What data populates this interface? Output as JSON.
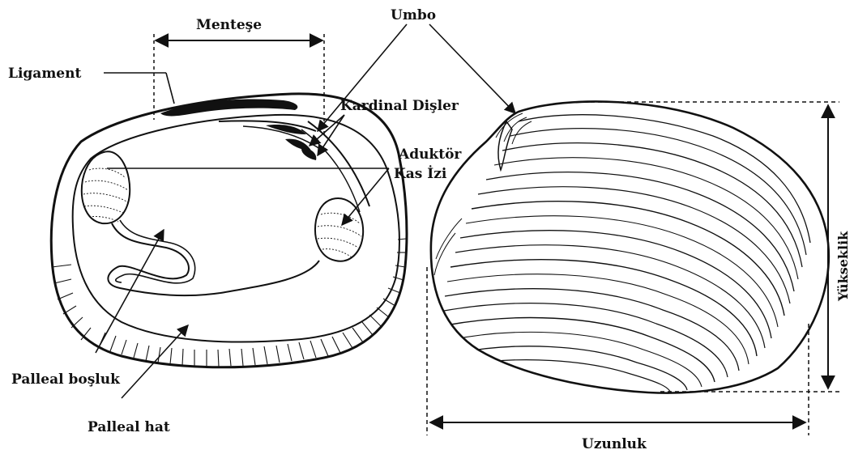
{
  "labels": {
    "hinge": "Menteşe",
    "umbo": "Umbo",
    "ligament": "Ligament",
    "cardinal_teeth": "Kardinal Dişler",
    "adductor_line1": "Aduktör",
    "adductor_line2": "Kas İzi",
    "pallial_sinus": "Palleal boşluk",
    "pallial_line": "Palleal hat",
    "height": "Yükseklik",
    "length": "Uzunluk"
  },
  "colors": {
    "ink": "#111111",
    "background": "#ffffff"
  }
}
